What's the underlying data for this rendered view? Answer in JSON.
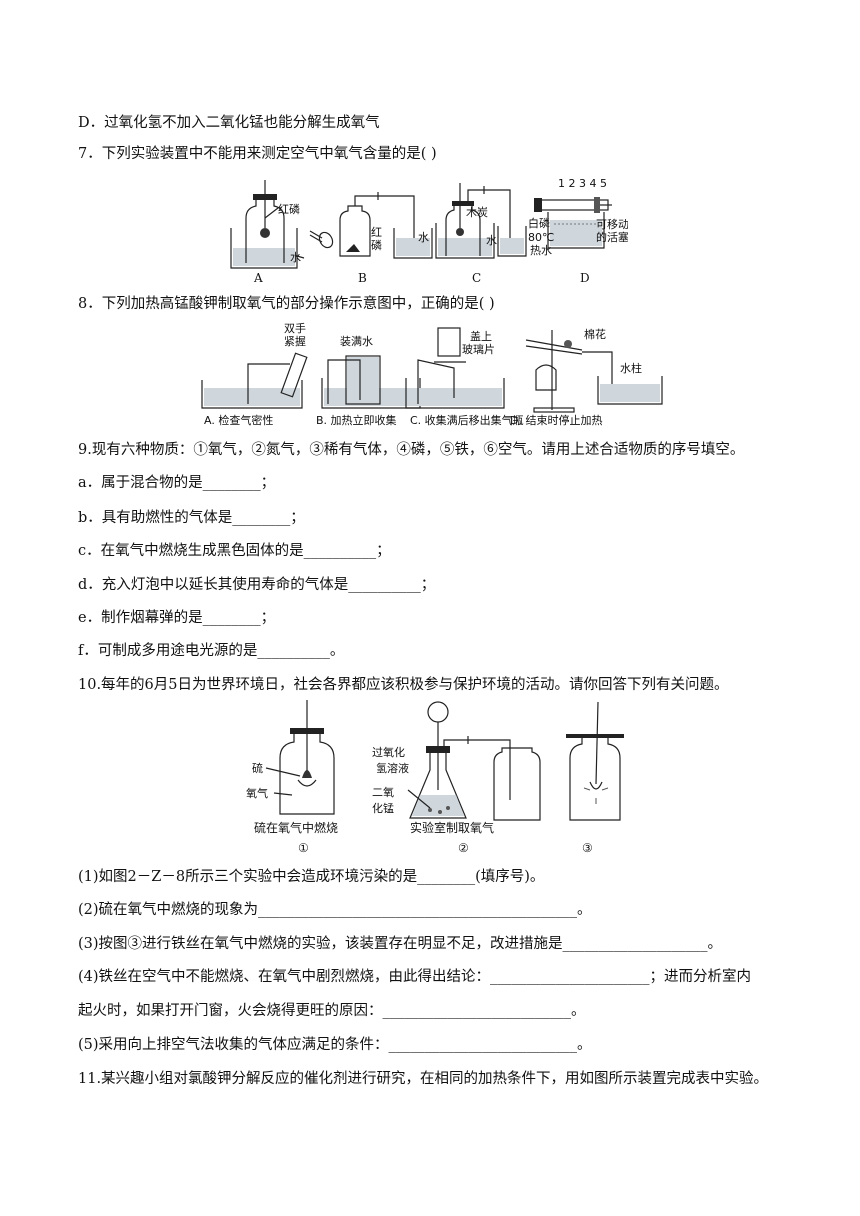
{
  "lines": {
    "l1": "D．过氧化氢不加入二氧化锰也能分解生成氧气",
    "q7": "7．下列实验装置中不能用来测定空气中氧气含量的是(      )",
    "q8": "8．下列加热高锰酸钾制取氧气的部分操作示意图中，正确的是(      )",
    "q9": "9.现有六种物质：①氧气，②氮气，③稀有气体，④磷，⑤铁，⑥空气。请用上述合适物质的序号填空。",
    "q9a": "a．属于混合物的是________；",
    "q9b": "b．具有助燃性的气体是________；",
    "q9c": "c．在氧气中燃烧生成黑色固体的是__________；",
    "q9d": "d．充入灯泡中以延长其使用寿命的气体是__________；",
    "q9e": "e．制作烟幕弹的是________；",
    "q9f": "f．可制成多用途电光源的是__________。",
    "q10": "10.每年的6月5日为世界环境日，社会各界都应该积极参与保护环境的活动。请你回答下列有关问题。",
    "q10_1": "(1)如图2－Z－8所示三个实验中会造成环境污染的是________(填序号)。",
    "q10_2": "(2)硫在氧气中燃烧的现象为____________________________________________。",
    "q10_3": "(3)按图③进行铁丝在氧气中燃烧的实验，该装置存在明显不足，改进措施是____________________。",
    "q10_4a": "(4)铁丝在空气中不能燃烧、在氧气中剧烈燃烧，由此得出结论：______________________；进而分析室内",
    "q10_4b": "起火时，如果打开门窗，火会烧得更旺的原因：__________________________。",
    "q10_5": "(5)采用向上排空气法收集的气体应满足的条件：__________________________。",
    "q11": "11.某兴趣小组对氯酸钾分解反应的催化剂进行研究，在相同的加热条件下，用如图所示装置完成表中实验。"
  },
  "fig7": {
    "labels": {
      "a_redp": "红磷",
      "a_water": "水",
      "a_letter": "A",
      "b_redp1": "红",
      "b_redp2": "磷",
      "b_water": "水",
      "b_letter": "B",
      "c_charcoal": "木炭",
      "c_water": "水",
      "c_letter": "C",
      "d_scale": "1 2 3 4 5",
      "d_whitep1": "白磷",
      "d_temp": "80℃",
      "d_hot": "热水",
      "d_piston1": "可移动",
      "d_piston2": "的活塞",
      "d_letter": "D"
    }
  },
  "fig8": {
    "labels": {
      "a_hands1": "双手",
      "a_hands2": "紧握",
      "a_cap": "A. 检查气密性",
      "b_fill": "装满水",
      "b_cap": "B. 加热立即收集",
      "c_cover1": "盖上",
      "c_cover2": "玻璃片",
      "c_cap": "C. 收集满后移出集气瓶",
      "d_cotton": "棉花",
      "d_column": "水柱",
      "d_cap": "D. 结束时停止加热"
    }
  },
  "fig10": {
    "labels": {
      "s_sulfur": "硫",
      "s_oxygen": "氧气",
      "s_cap": "硫在氧气中燃烧",
      "s_num": "①",
      "p_h2o2_1": "过氧化",
      "p_h2o2_2": "氢溶液",
      "p_mno2_1": "二氧",
      "p_mno2_2": "化锰",
      "p_cap": "实验室制取氧气",
      "p_num": "②",
      "i_num": "③"
    }
  }
}
